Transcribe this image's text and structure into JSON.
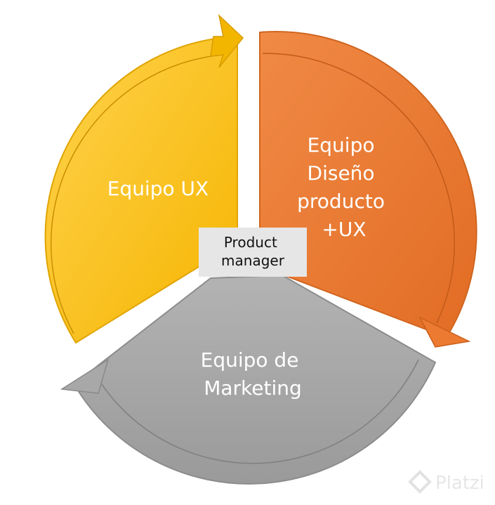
{
  "segments": [
    {
      "id": "ux",
      "lines": [
        "Equipo UX"
      ],
      "color": "#ffc000",
      "arrow_color": "#f2a900"
    },
    {
      "id": "design",
      "lines": [
        "Equipo",
        "Diseño",
        "producto",
        "+UX"
      ],
      "color": "#ed7d31",
      "arrow_color": "#e8732a"
    },
    {
      "id": "marketing",
      "lines": [
        "Equipo de",
        "Marketing"
      ],
      "color": "#a5a5a5",
      "arrow_color": "#9a9a9a"
    }
  ],
  "center": {
    "lines": [
      "Product",
      "manager"
    ],
    "background": "#e7e6e6"
  },
  "watermark": {
    "text": "Platzi",
    "icon": "platzi-logo-icon"
  }
}
